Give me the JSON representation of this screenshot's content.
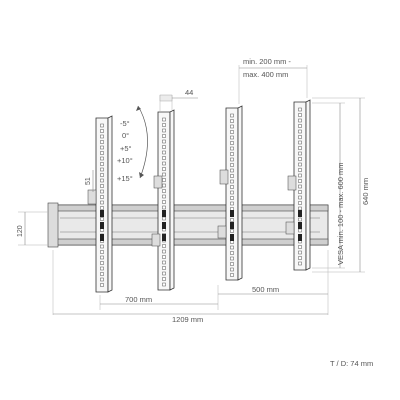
{
  "diagram": {
    "labels": {
      "arm_width": "44",
      "spacing_min": "min. 200 mm -",
      "spacing_max": "max. 400 mm",
      "vesa_range": "VESA min. 100 - max. 600 mm",
      "height_total": "640 mm",
      "rail_height": "120",
      "depth_small": "51",
      "span_left": "700 mm",
      "span_right": "500 mm",
      "span_total": "1209 mm",
      "depth_note": "T / D: 74 mm"
    },
    "tilt_angles": [
      "-5°",
      "0°",
      "+5°",
      "+10°",
      "+15°"
    ]
  }
}
